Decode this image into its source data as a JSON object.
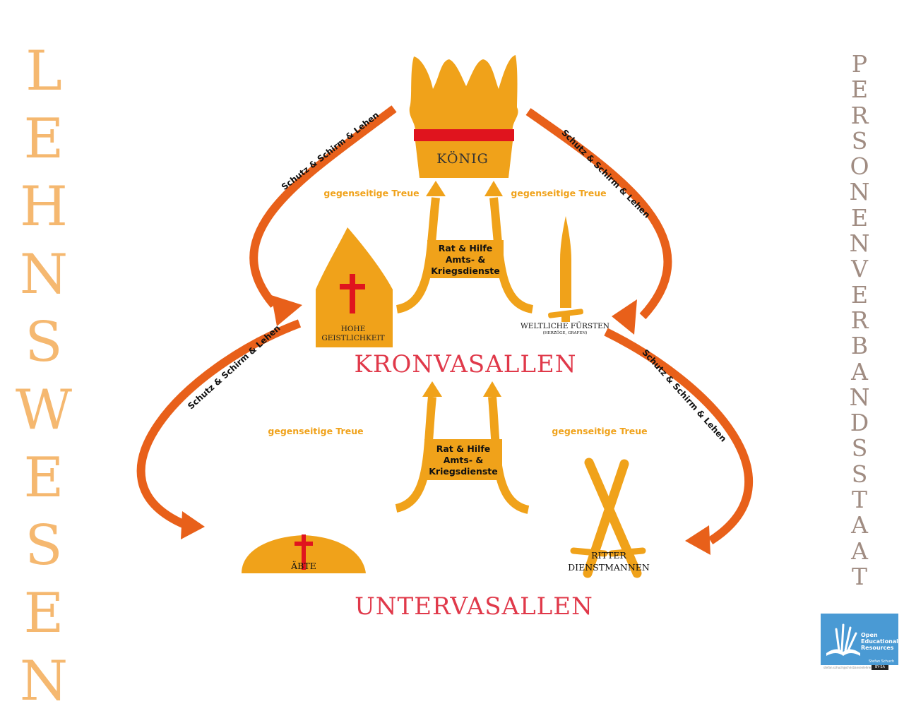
{
  "title_left": "LEHNSWESEN",
  "title_right": "PERSONENVERBANDSSTAAT",
  "king": {
    "label": "KÖNIG"
  },
  "crown_vassals": {
    "heading": "KRONVASALLEN",
    "clergy_line1": "HOHE",
    "clergy_line2": "GEISTLICHKEIT",
    "princes": "WELTLICHE FÜRSTEN",
    "princes_sub": "(HERZÖGE, GRAFEN)"
  },
  "sub_vassals": {
    "heading": "UNTERVASALLEN",
    "abbots": "ÄBTE",
    "knights_line1": "RITTER",
    "knights_line2": "DIENSTMANNEN"
  },
  "relations": {
    "protection": "Schutz & Schirm & Lehen",
    "loyalty": "gegenseitige Treue",
    "service_line1": "Rat & Hilfe",
    "service_line2": "Amts- &",
    "service_line3": "Kriegsdienste"
  },
  "badge": {
    "line1": "Open",
    "line2": "Educational",
    "line3": "Resources",
    "author": "Stefan Schuch",
    "email": "stefan.schuch@christiansenlehrer.de",
    "license": "BY-SA"
  },
  "colors": {
    "gold": "#f0a21a",
    "arrow_orange": "#e8601a",
    "heading_red": "#e0394a",
    "cross_red": "#e0141e",
    "left_title": "#f5b870",
    "right_title": "#a08c82"
  }
}
